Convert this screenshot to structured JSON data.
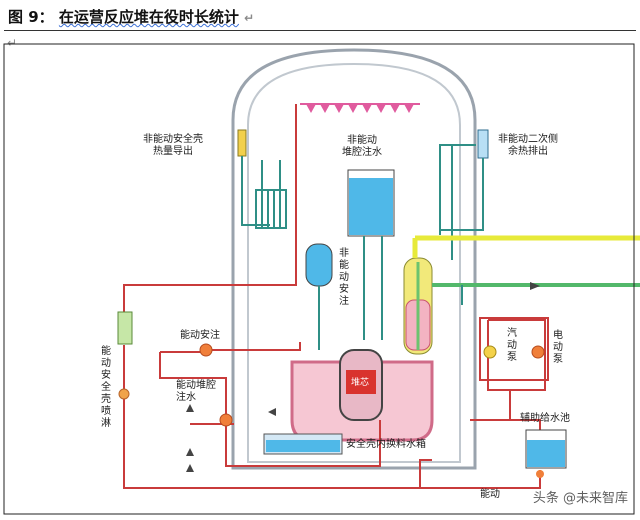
{
  "figure": {
    "title_prefix": "图 9：",
    "title_text": "在运营反应堆在役时长统计",
    "pilcrow": "↵"
  },
  "labels": {
    "containment_heat_removal": [
      "非能动安全壳",
      "热量导出"
    ],
    "passive_core_injection": [
      "非能动",
      "堆腔注水"
    ],
    "passive_secondary_heat": [
      "非能动二次侧",
      "余热排出"
    ],
    "passive_safety_injection": "非能动安注",
    "active_safety_injection": "能动安注",
    "active_cavity_injection": [
      "能动堆腔",
      "注水"
    ],
    "active_containment_spray": "能动安全壳喷淋",
    "steam_pump": "汽动泵",
    "electric_pump": "电动泵",
    "aux_feed_pool": "辅助给水池",
    "irwst": "安全壳内换料水箱",
    "core": "堆芯",
    "active_bottom": "能动"
  },
  "watermark": "头条 @未来智库",
  "colors": {
    "red_line": "#c93b3b",
    "teal_line": "#2f8f86",
    "yellow_line": "#e7ea3a",
    "green_line": "#53b86b",
    "water": "#4fb8e8",
    "pink": "#f0a3b6",
    "nozzle": "#e05b9e"
  }
}
